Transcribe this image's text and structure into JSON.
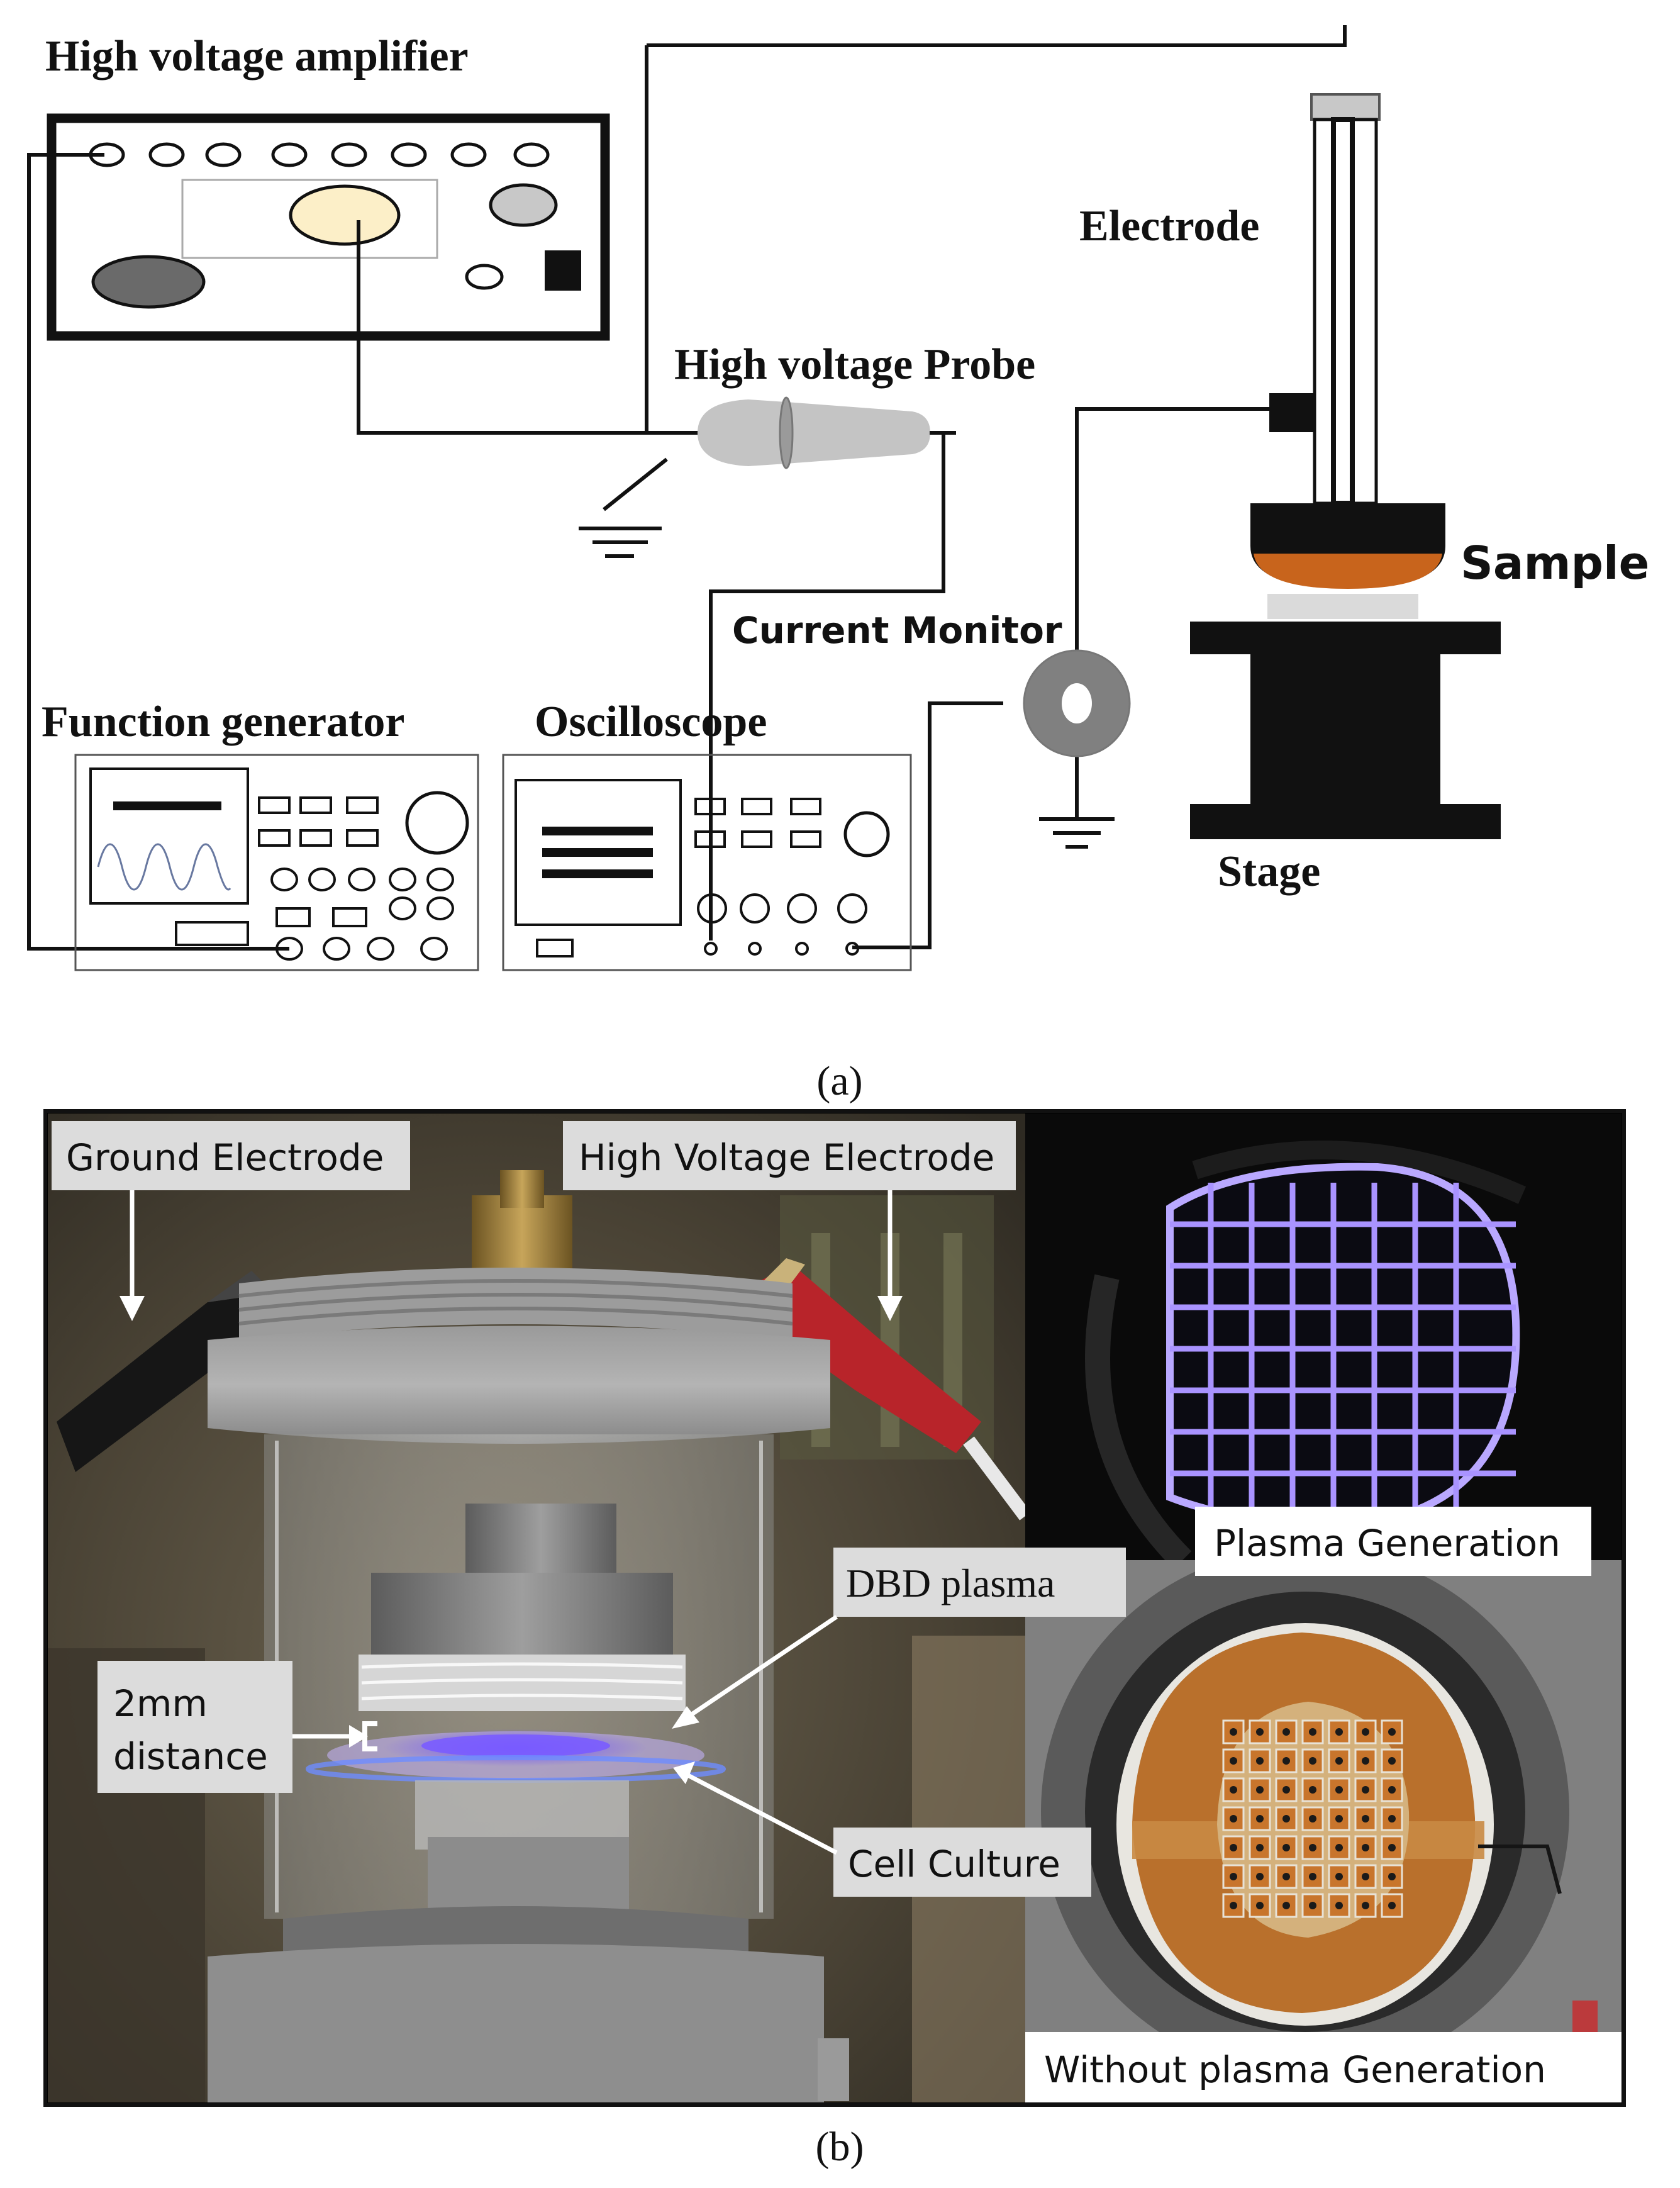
{
  "panel_a": {
    "labels": {
      "amplifier": "High voltage amplifier",
      "electrode": "Electrode",
      "probe": "High voltage Probe",
      "sample": "Sample",
      "current_monitor": "Current Monitor",
      "function_generator": "Function generator",
      "oscilloscope": "Oscilloscope",
      "stage": "Stage"
    },
    "caption": "(a)"
  },
  "panel_b": {
    "labels": {
      "ground_electrode": "Ground Electrode",
      "hv_electrode": "High Voltage Electrode",
      "plasma_generation": "Plasma Generation",
      "dbd_plasma": "DBD plasma",
      "distance_line1": "2mm",
      "distance_line2": "distance",
      "cell_culture": "Cell Culture",
      "without_plasma": "Without plasma Generation"
    },
    "caption": "(b)"
  },
  "colors": {
    "wire": "#111111",
    "knob_fill": "#fcefc8",
    "gray_knob": "#c8c8c8",
    "dark_knob": "#6a6a6a",
    "probe": "#c4c4c4",
    "monitor": "#808080",
    "sample_layer": "#c8641c",
    "plasma": "#9a82ff",
    "plasma_glow": "#c6b4ff",
    "kapton": "#b9702c",
    "photo_background": "#4c4438",
    "label_box": "#dcdcdc"
  }
}
